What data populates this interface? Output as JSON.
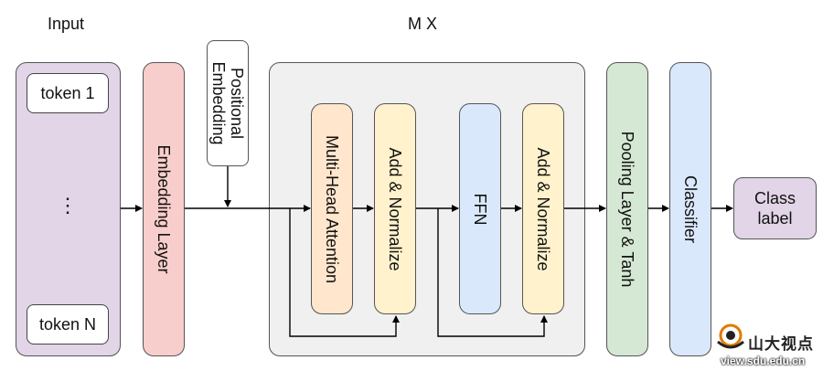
{
  "input_label": "Input",
  "mx_label": "M X",
  "tokens": {
    "first": "token 1",
    "dots": "⋮",
    "last": "token N"
  },
  "blocks": {
    "embedding": "Embedding Layer",
    "positional": "Positional\nEmbedding",
    "mha": "Multi-Head Attention",
    "addnorm1": "Add & Normalize",
    "ffn": "FFN",
    "addnorm2": "Add & Normalize",
    "pooling": "Pooling Layer & Tanh",
    "classifier": "Classifier",
    "class_label": "Class\nlabel"
  },
  "watermark": {
    "text": "山大视点",
    "url": "view.sdu.edu.cn"
  },
  "colors": {
    "input_bg": "#e1d5e7",
    "embedding_bg": "#f8cecc",
    "mx_bg": "#f0f0f0",
    "mha_bg": "#ffe6cc",
    "addnorm_bg": "#fff2cc",
    "ffn_bg": "#dae8fc",
    "pooling_bg": "#d5e8d4",
    "classifier_bg": "#dae8fc",
    "class_label_bg": "#e1d5e7"
  }
}
